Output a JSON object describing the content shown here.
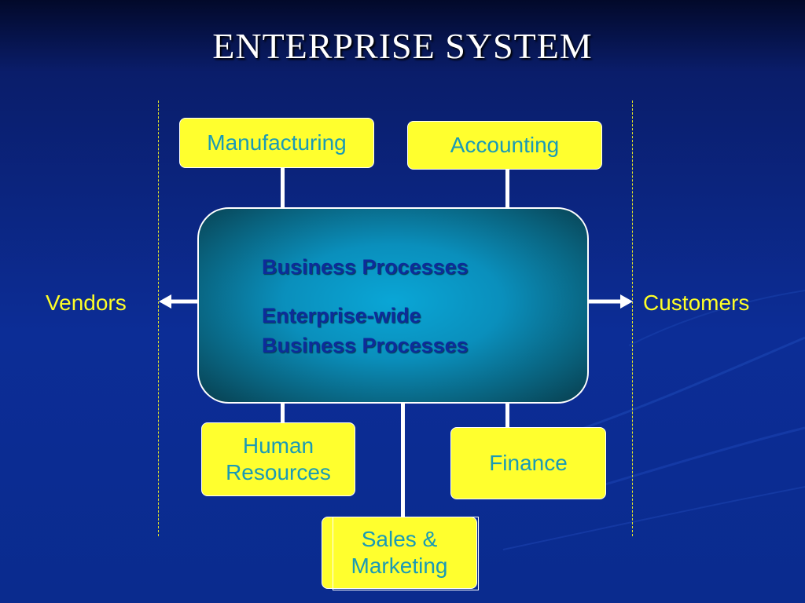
{
  "title": "ENTERPRISE SYSTEM",
  "boxes": {
    "manufacturing": "Manufacturing",
    "accounting": "Accounting",
    "human_resources": [
      "Human",
      "Resources"
    ],
    "finance": "Finance",
    "sales_marketing": [
      "Sales &",
      "Marketing"
    ]
  },
  "center": {
    "line1": "Business Processes",
    "line2": "Enterprise-wide",
    "line3": "Business Processes"
  },
  "sides": {
    "left": "Vendors",
    "right": "Customers"
  },
  "colors": {
    "box_fill": "#ffff2e",
    "box_text": "#1a9ab6",
    "side_text": "#ffff26",
    "center_text": "#0d2c9a",
    "background": "#0c2d96"
  }
}
